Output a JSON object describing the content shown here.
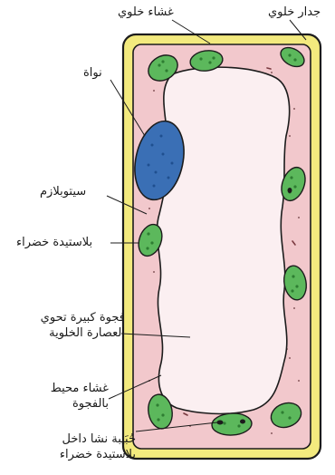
{
  "labels": {
    "cell_membrane": "غشاء خلوي",
    "cell_wall": "جدار خلوي",
    "nucleus": "نواة",
    "cytoplasm": "سيتوبلازم",
    "chloroplast": "بلاستيدة خضراء",
    "vacuole_line1": "فجوة كبيرة تحوي",
    "vacuole_line2": "العصارة الخلوية",
    "tonoplast_line1": "غشاء محيط",
    "tonoplast_line2": "بالفجوة",
    "starch_line1": "حُبَيبة نشا داخل",
    "starch_line2": "بلاستيدة خضراء"
  },
  "colors": {
    "cell_wall": "#f3ea7e",
    "outline": "#1c1c1c",
    "cytoplasm": "#f2c8cc",
    "vacuole": "#fbeff1",
    "chloroplast": "#5cb85c",
    "chloroplast_dark": "#2e7d32",
    "nucleus": "#3a6fb5"
  }
}
